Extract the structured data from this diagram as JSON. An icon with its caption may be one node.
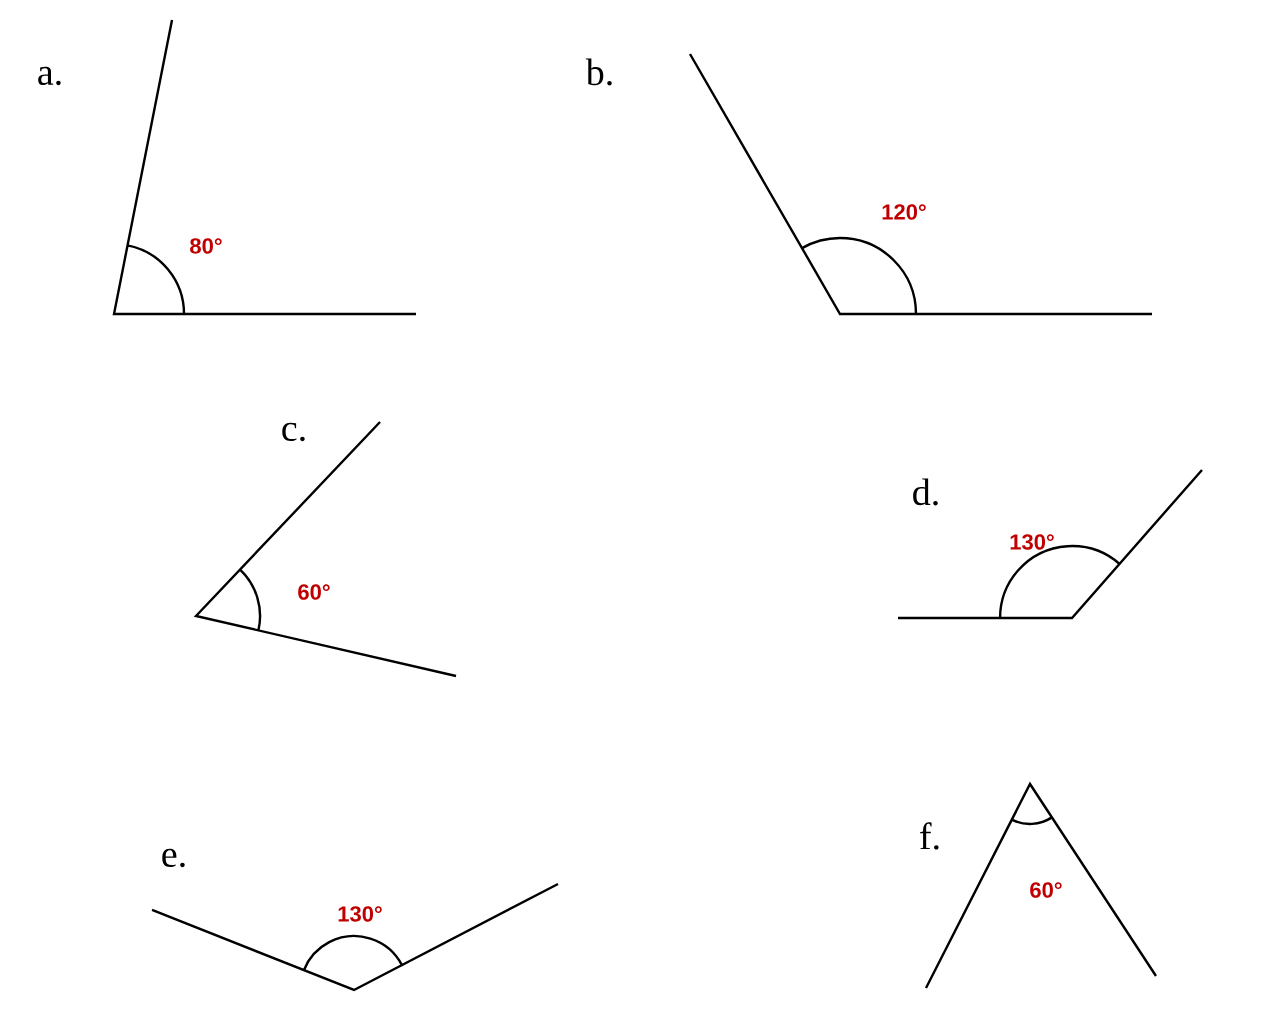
{
  "diagram": {
    "labels": [
      "a.",
      "80°",
      "b.",
      "120°",
      "c.",
      "60°",
      "d.",
      "130°",
      "e.",
      "130°",
      "f.",
      "60°"
    ]
  }
}
